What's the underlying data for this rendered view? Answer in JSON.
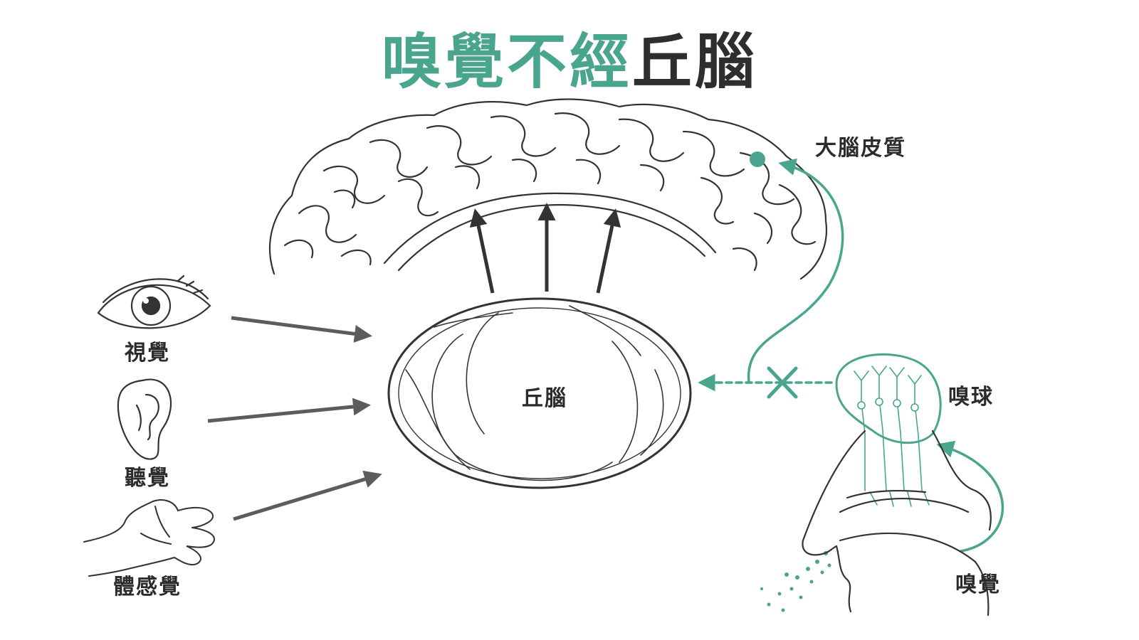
{
  "title": {
    "green_part": "嗅覺不經",
    "dark_part": "丘腦"
  },
  "labels": {
    "cortex": "大腦皮質",
    "thalamus": "丘腦",
    "vision": "視覺",
    "hearing": "聽覺",
    "touch": "體感覺",
    "olfactory_bulb": "嗅球",
    "smell": "嗅覺"
  },
  "colors": {
    "accent": "#4aa58e",
    "line": "#333333",
    "arrow_gray": "#5c5c5c"
  }
}
